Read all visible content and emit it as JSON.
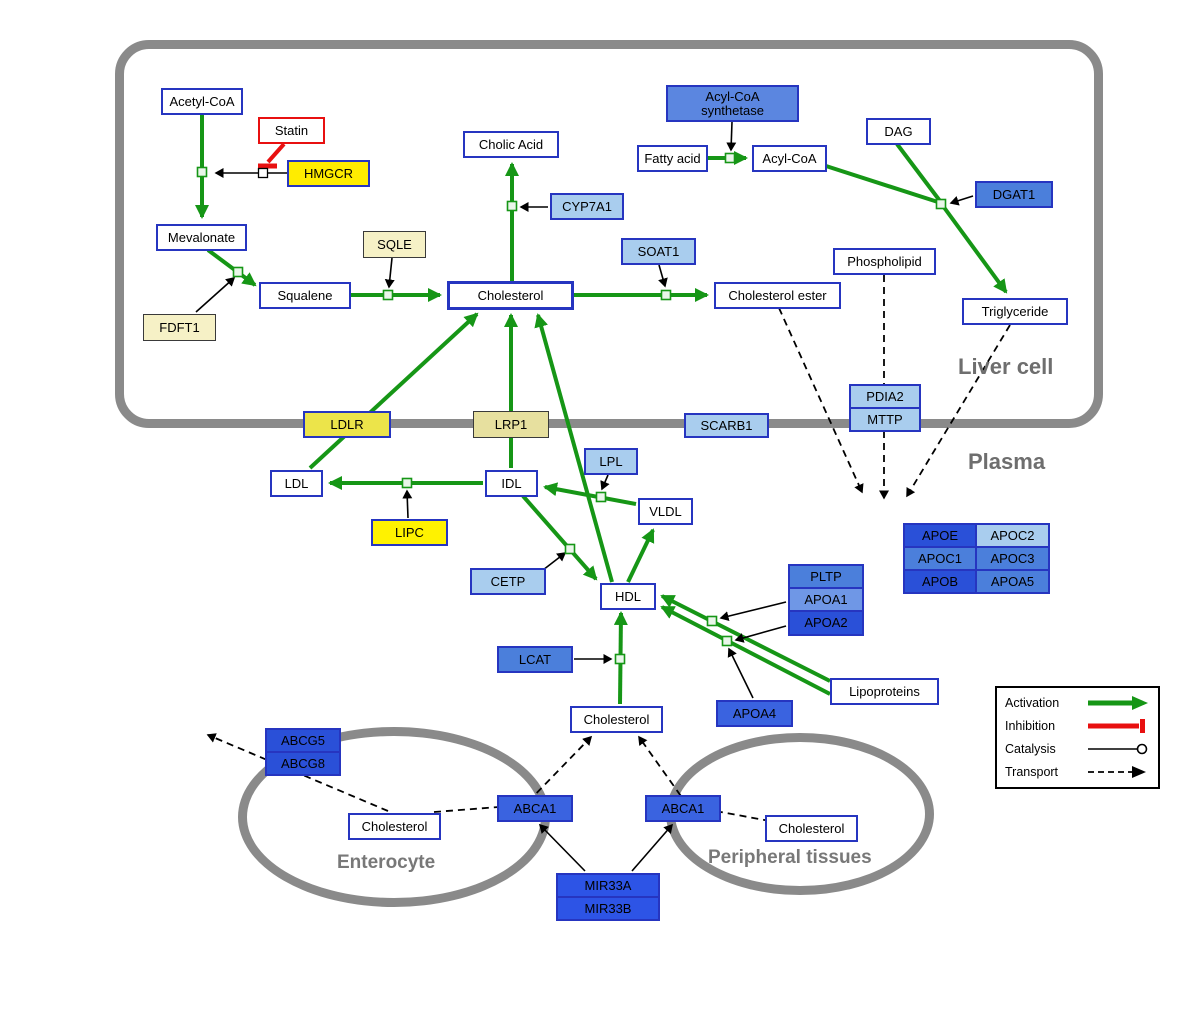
{
  "regions": {
    "liver_cell": "Liver cell",
    "plasma": "Plasma",
    "enterocyte": "Enterocyte",
    "peripheral_tissues": "Peripheral tissues"
  },
  "nodes": {
    "acetyl_coa": "Acetyl-CoA",
    "statin": "Statin",
    "hmgcr": "HMGCR",
    "mevalonate": "Mevalonate",
    "sqle": "SQLE",
    "fdft1": "FDFT1",
    "squalene": "Squalene",
    "cholic_acid": "Cholic Acid",
    "cyp7a1": "CYP7A1",
    "cholesterol_liver": "Cholesterol",
    "soat1": "SOAT1",
    "cholesterol_ester": "Cholesterol ester",
    "acyl_coa_synthetase": "Acyl-CoA synthetase",
    "fatty_acid": "Fatty acid",
    "acyl_coa": "Acyl-CoA",
    "dag": "DAG",
    "dgat1": "DGAT1",
    "phospholipid": "Phospholipid",
    "triglyceride": "Triglyceride",
    "pdia2": "PDIA2",
    "mttp": "MTTP",
    "ldlr": "LDLR",
    "lrp1": "LRP1",
    "scarb1": "SCARB1",
    "ldl": "LDL",
    "idl": "IDL",
    "lpl": "LPL",
    "vldl": "VLDL",
    "lipc": "LIPC",
    "cetp": "CETP",
    "hdl": "HDL",
    "pltp": "PLTP",
    "apoa1": "APOA1",
    "apoa2": "APOA2",
    "apoe": "APOE",
    "apoc2": "APOC2",
    "apoc1": "APOC1",
    "apoc3": "APOC3",
    "apob": "APOB",
    "apoa5": "APOA5",
    "lcat": "LCAT",
    "apoa4": "APOA4",
    "lipoproteins": "Lipoproteins",
    "cholesterol_plasma": "Cholesterol",
    "abcg5": "ABCG5",
    "abcg8": "ABCG8",
    "cholesterol_enterocyte": "Cholesterol",
    "abca1_enterocyte": "ABCA1",
    "abca1_peripheral": "ABCA1",
    "cholesterol_peripheral": "Cholesterol",
    "mir33a": "MIR33A",
    "mir33b": "MIR33B"
  },
  "legend": {
    "activation": "Activation",
    "inhibition": "Inhibition",
    "catalysis": "Catalysis",
    "transport": "Transport"
  },
  "colors": {
    "activation_green": "#169616",
    "inhibition_red": "#e81010",
    "membrane_gray": "#8a8a8a",
    "metabolite_border_blue": "#2635c0",
    "gene_yellow": "#ffec00",
    "gene_pale_yellow": "#f6f1c6",
    "gene_light_blue": "#a9cdee",
    "gene_medium_blue": "#4b7fdb",
    "gene_dark_blue": "#2a50d8"
  }
}
